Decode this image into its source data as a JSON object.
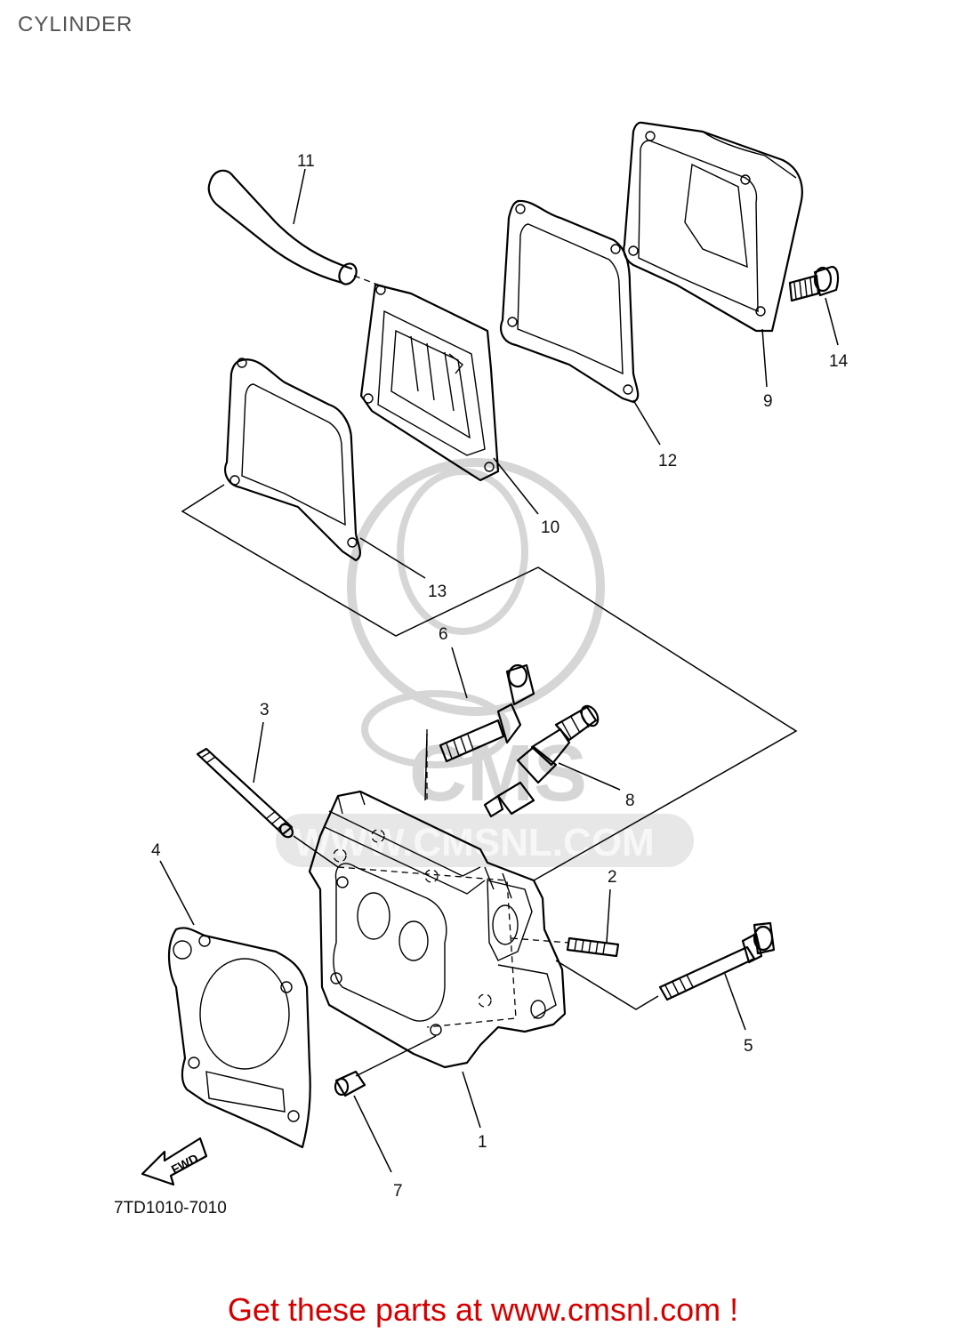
{
  "title": "CYLINDER",
  "drawing_number": "7TD1010-7010",
  "footer": "Get these parts at www.cmsnl.com !",
  "fwd_label": "FWD",
  "watermark": {
    "logo_text": "CMS",
    "url_text": "WWW.CMSNL.COM"
  },
  "callouts": [
    {
      "id": "1",
      "part": "cylinder-head"
    },
    {
      "id": "2",
      "part": "stud-bolt-short"
    },
    {
      "id": "3",
      "part": "stud-bolt-long"
    },
    {
      "id": "4",
      "part": "cylinder-head-gasket"
    },
    {
      "id": "5",
      "part": "flange-bolt-long"
    },
    {
      "id": "6",
      "part": "flange-bolt-short"
    },
    {
      "id": "7",
      "part": "dowel-pin"
    },
    {
      "id": "8",
      "part": "spark-plug"
    },
    {
      "id": "9",
      "part": "head-cover"
    },
    {
      "id": "10",
      "part": "breather-plate"
    },
    {
      "id": "11",
      "part": "breather-hose"
    },
    {
      "id": "12",
      "part": "cover-gasket"
    },
    {
      "id": "13",
      "part": "plate-gasket"
    },
    {
      "id": "14",
      "part": "cover-bolt"
    }
  ],
  "colors": {
    "title": "#555555",
    "footer": "#d40000",
    "lines": "#000000",
    "watermark": "#d9d9d9"
  }
}
